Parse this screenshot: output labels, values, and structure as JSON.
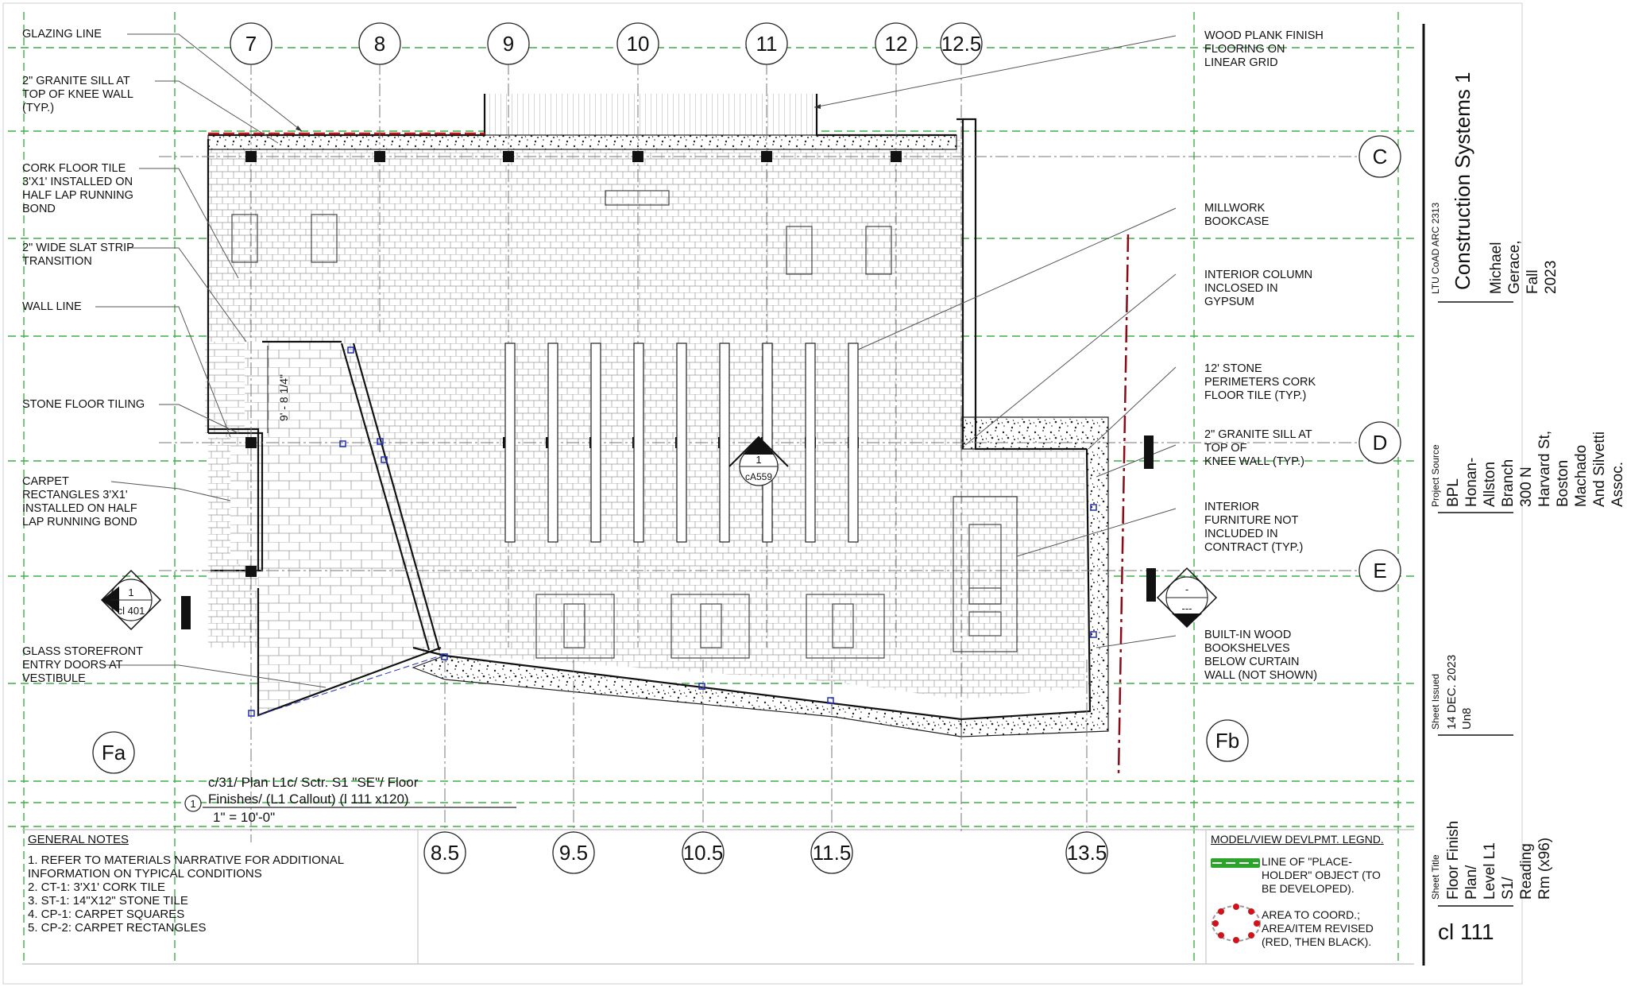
{
  "grid_top": [
    "7",
    "8",
    "9",
    "10",
    "11",
    "12",
    "12.5"
  ],
  "grid_bottom": [
    "8.5",
    "9.5",
    "10.5",
    "11.5",
    "13.5"
  ],
  "grid_right": [
    "C",
    "D",
    "E"
  ],
  "grid_extra": [
    "Fa",
    "Fb"
  ],
  "callouts_left": [
    "GLAZING LINE",
    "2\" GRANITE SILL AT\nTOP OF KNEE WALL\n(TYP.)",
    "CORK FLOOR TILE\n3'X1' INSTALLED ON\nHALF LAP RUNNING\nBOND",
    "2\" WIDE SLAT STRIP\nTRANSITION",
    "WALL LINE",
    "STONE FLOOR TILING",
    "CARPET\nRECTANGLES 3'X1'\nINSTALLED ON HALF\nLAP RUNNING BOND",
    "GLASS STOREFRONT\nENTRY DOORS AT\nVESTIBULE"
  ],
  "callouts_right": [
    "WOOD PLANK FINISH\nFLOORING ON\nLINEAR GRID",
    "MILLWORK\nBOOKCASE",
    "INTERIOR COLUMN\nINCLOSED IN\nGYPSUM",
    "12' STONE\nPERIMETERS CORK\nFLOOR TILE (TYP.)",
    "2\" GRANITE SILL AT\nTOP OF\nKNEE WALL (TYP.)",
    "INTERIOR\nFURNITURE NOT\nINCLUDED IN\nCONTRACT (TYP.)",
    "BUILT-IN WOOD\nBOOKSHELVES\nBELOW CURTAIN\nWALL (NOT SHOWN)"
  ],
  "dimension": "9' - 8 1/4\"",
  "section_marker": {
    "number": "1",
    "sheet": "cA559"
  },
  "elevation_left": {
    "number": "1",
    "sheet": "cl 401"
  },
  "elevation_right": {
    "number": "-",
    "sheet": "---"
  },
  "view_title": {
    "number": "1",
    "line1": "c/31/  Plan L1c/ Sctr. S1 \"SE\"/ Floor",
    "line2": "Finishes/ (L1 Callout) (l 111 x120)",
    "scale": "1\" = 10'-0\""
  },
  "general_notes": {
    "title": "GENERAL NOTES",
    "items": [
      "1. REFER TO MATERIALS NARRATIVE FOR ADDITIONAL\nINFORMATION ON TYPICAL CONDITIONS",
      "2. CT-1: 3'X1' CORK TILE",
      "3. ST-1: 14\"X12\" STONE TILE",
      "4. CP-1: CARPET SQUARES",
      "5. CP-2: CARPET RECTANGLES"
    ]
  },
  "legend": {
    "title": "MODEL/VIEW DEVLPMT. LEGND.",
    "item1": "LINE OF \"PLACE-\nHOLDER\" OBJECT (TO\nBE DEVELOPED).",
    "item2": "AREA TO COORD.;\nAREA/ITEM REVISED\n(RED, THEN BLACK)."
  },
  "title_block": {
    "course": "LTU CoAD ARC 2313",
    "class_name": "Construction Systems 1",
    "author": "Michael Gerace, Fall 2023",
    "project_source_label": "Project Source",
    "project_source": "BPL Honan-Allston Branch\n300 N Harvard St, Boston\nMachado And Silvetti Assoc.",
    "sheet_issued_label": "Sheet Issued",
    "sheet_issued": "14 DEC. 2023\nUn8",
    "sheet_title_label": "Sheet Title",
    "sheet_title": "Floor Finish Plan/\nLevel L1 S1/\nReading Rm (x96)",
    "sheet_number": "cl 111"
  },
  "colors": {
    "placeholder_green": "#2aa52a",
    "revision_red": "#d0121b",
    "grid_green": "#3cb043",
    "marker_blue": "#1f2fb5"
  }
}
